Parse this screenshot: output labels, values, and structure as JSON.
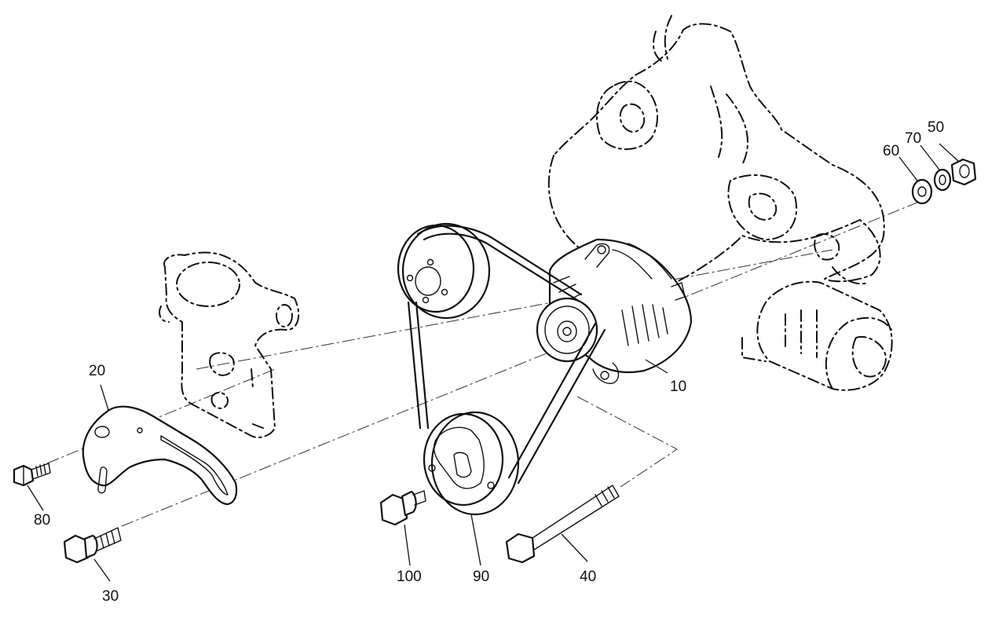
{
  "callouts": {
    "c10": "10",
    "c20": "20",
    "c30": "30",
    "c40": "40",
    "c50": "50",
    "c60": "60",
    "c70": "70",
    "c80": "80",
    "c90": "90",
    "c100": "100"
  }
}
